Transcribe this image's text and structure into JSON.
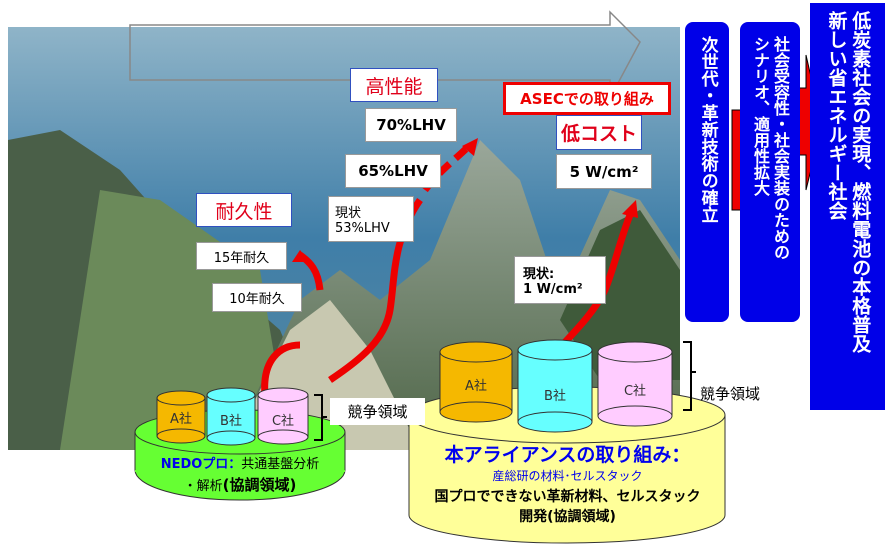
{
  "performance": {
    "title": "高性能",
    "target": "70%LHV",
    "mid": "65%LHV",
    "current": "現状\n53%LHV"
  },
  "durability": {
    "title": "耐久性",
    "target": "15年耐久",
    "current": "10年耐久"
  },
  "asec": {
    "label": "ASECでの取り組み",
    "cost_title": "低コスト",
    "target": "5 W/cm²",
    "current": "現状:\n1 W/cm²"
  },
  "nedo": {
    "companies": [
      "A社",
      "B社",
      "C社"
    ],
    "competition": "競争領域",
    "title": "NEDOプロ：",
    "text1": "共通基盤分析",
    "text2": "・解析",
    "text3": "(協調領域)"
  },
  "alliance": {
    "companies": [
      "A社",
      "B社",
      "C社"
    ],
    "competition": "競争領域",
    "title": "本アライアンスの取り組み：",
    "sub": "産総研の材料･セルスタック",
    "text1": "国プロでできない革新材料、セルスタック",
    "text2": "開発(協調領域)"
  },
  "columns": [
    "次世代・革新技術の確立",
    "社会受容性・社会実装のための\nシナリオ、適用性拡大",
    "低炭素社会の実現、燃料電池の本格普及\n新しい省エネルギー社会"
  ],
  "colors": {
    "blue": "#0000e8",
    "red": "#e0001a",
    "green": "#66ff33",
    "yellow": "#ffff99"
  }
}
